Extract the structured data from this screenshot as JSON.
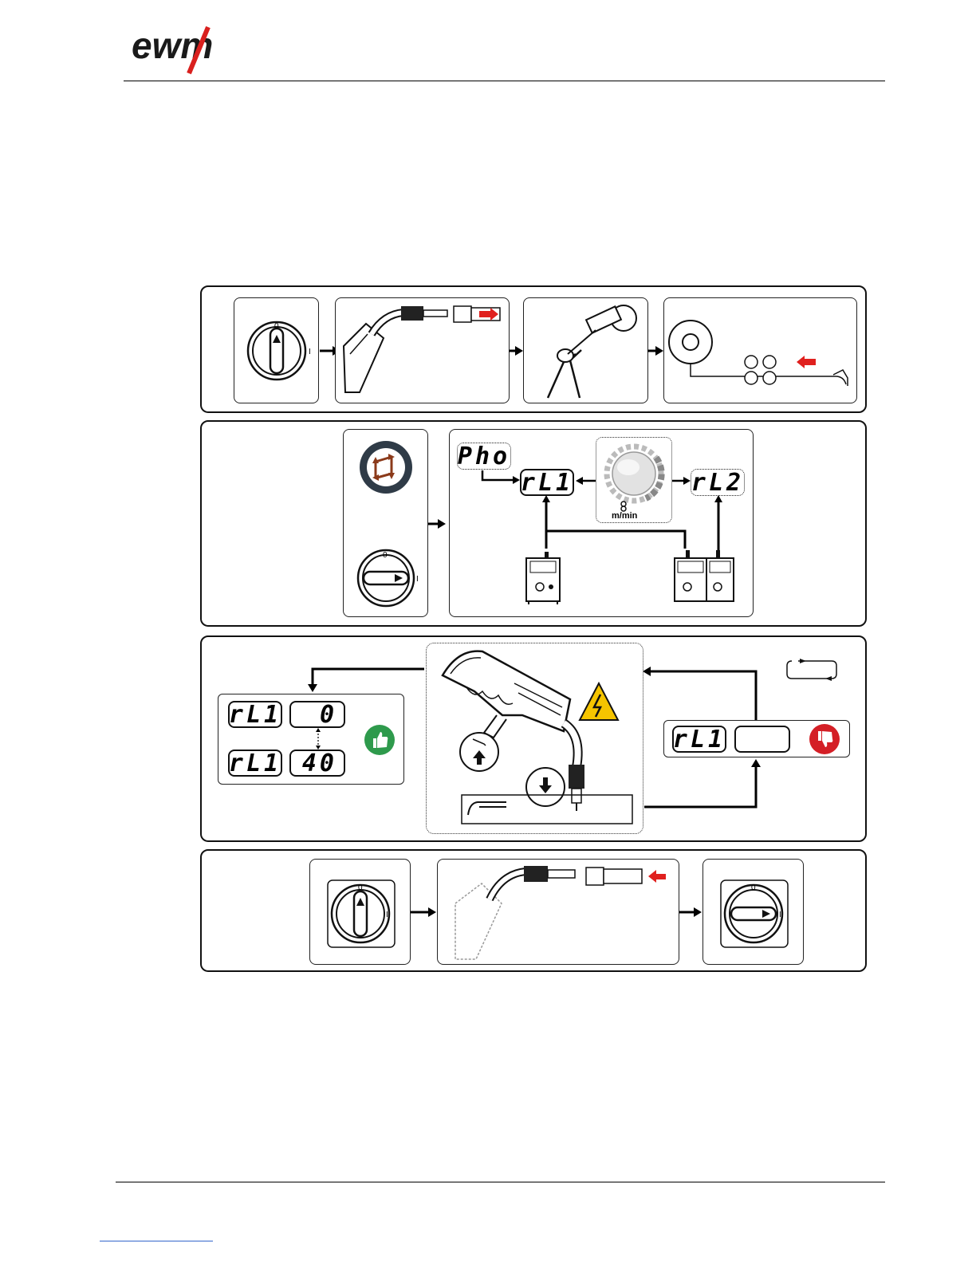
{
  "header": {
    "logo_text": "ewm"
  },
  "switch": {
    "off_mark": "0",
    "on_mark": "I"
  },
  "row2": {
    "display_pho": "Pho",
    "display_rl1": "rL1",
    "display_rl2": "rL2",
    "knob_unit": "m/min"
  },
  "row3": {
    "ok_top_label": "rL1",
    "ok_top_value": "0",
    "ok_bottom_label": "rL1",
    "ok_bottom_value": "40",
    "fail_label": "rL1",
    "fail_value": ""
  },
  "colors": {
    "accent_red": "#e0201e",
    "thumb_green": "#2e9a4c",
    "thumb_red": "#d41f26",
    "arrow_brown": "#8b3a1a"
  }
}
